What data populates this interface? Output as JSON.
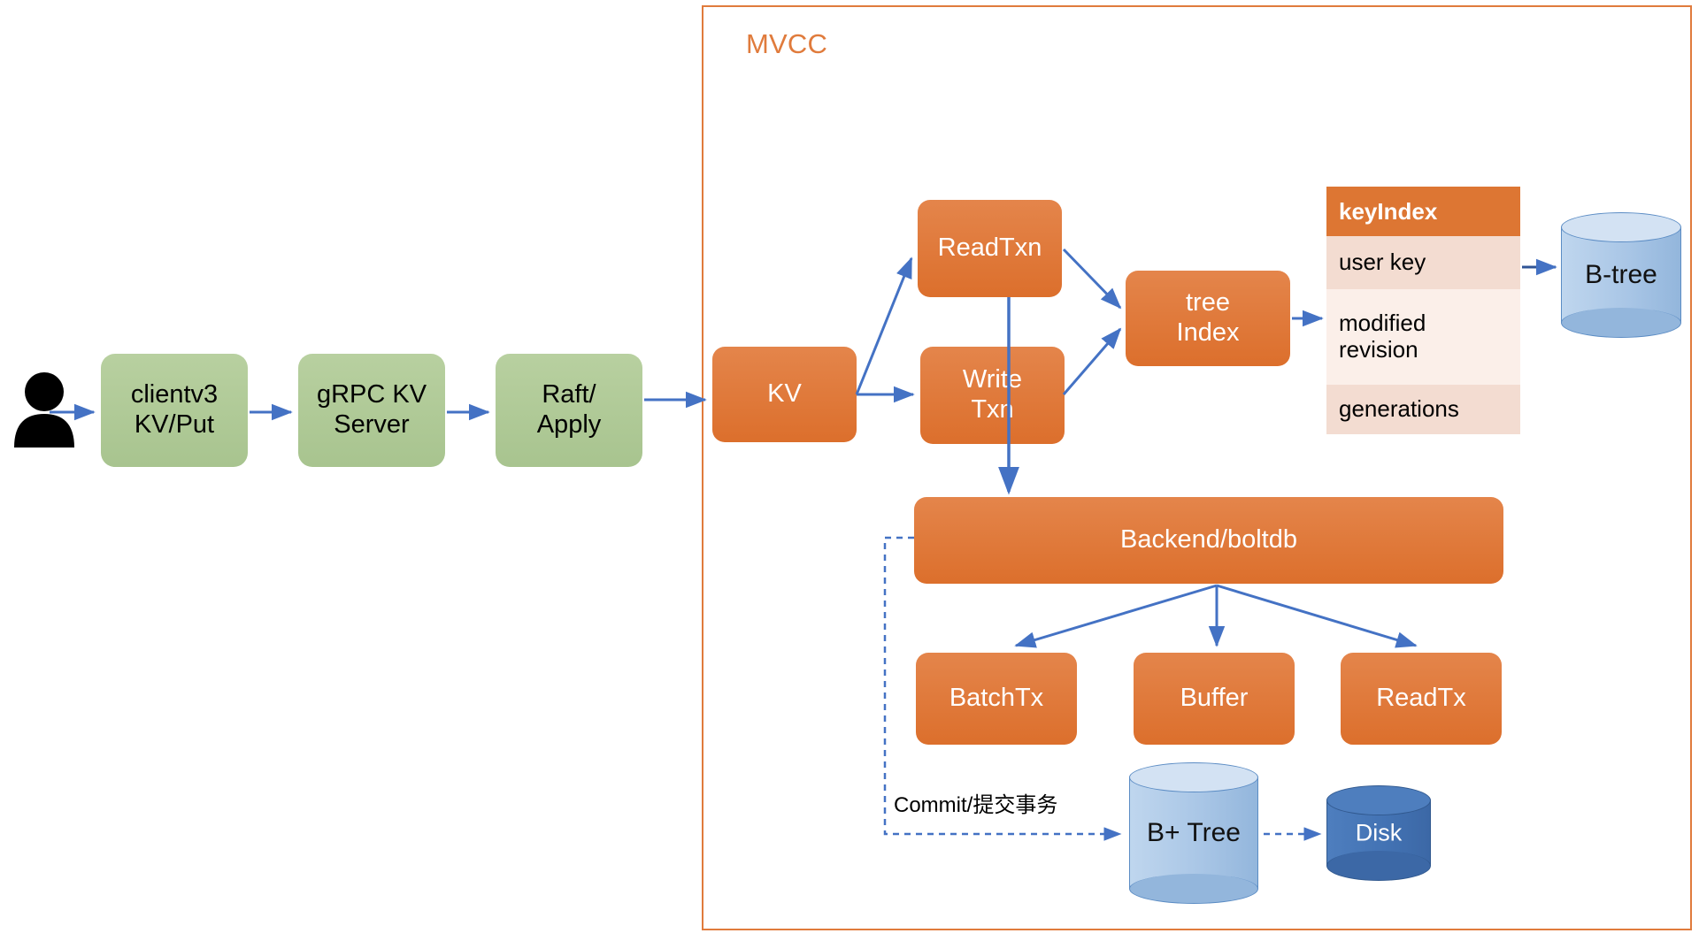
{
  "diagram": {
    "title": "etcd MVCC storage flow",
    "colors": {
      "orange_fill": "#DC6F2C",
      "orange_border": "#E07B3C",
      "green_fill": "#A8C48F",
      "arrow_blue": "#4472C4",
      "cyl_light": "#A9C6E6",
      "cyl_dark": "#4373B4",
      "table_header": "#DD7633",
      "table_row_a": "#F3DCD1",
      "table_row_b": "#FBEFE9"
    }
  },
  "container": {
    "label": "MVCC"
  },
  "actor": {
    "name": "user-person-icon"
  },
  "pipeline": [
    {
      "id": "clientv3",
      "line1": "clientv3",
      "line2": "KV/Put"
    },
    {
      "id": "grpc-kv-server",
      "line1": "gRPC KV",
      "line2": "Server"
    },
    {
      "id": "raft-apply",
      "line1": "Raft/",
      "line2": "Apply"
    }
  ],
  "mvcc_nodes": [
    {
      "id": "kv",
      "line1": "KV",
      "line2": ""
    },
    {
      "id": "readtxn",
      "line1": "ReadTxn",
      "line2": ""
    },
    {
      "id": "writetxn",
      "line1": "Write",
      "line2": "Txn"
    },
    {
      "id": "treeindex",
      "line1": "tree",
      "line2": "Index"
    },
    {
      "id": "backend-boltdb",
      "line1": "Backend/boltdb",
      "line2": ""
    },
    {
      "id": "batchtx",
      "line1": "BatchTx",
      "line2": ""
    },
    {
      "id": "buffer",
      "line1": "Buffer",
      "line2": ""
    },
    {
      "id": "readtx",
      "line1": "ReadTx",
      "line2": ""
    }
  ],
  "key_index_table": {
    "header": "keyIndex",
    "rows": [
      {
        "text": "user key"
      },
      {
        "text": "modified\nrevision"
      },
      {
        "text": "generations"
      }
    ]
  },
  "storage": [
    {
      "id": "b-tree",
      "label": "B-tree",
      "style": "light"
    },
    {
      "id": "b-plus-tree",
      "label": "B+ Tree",
      "style": "light"
    },
    {
      "id": "disk",
      "label": "Disk",
      "style": "dark"
    }
  ],
  "annotations": {
    "commit": "Commit/提交事务"
  }
}
